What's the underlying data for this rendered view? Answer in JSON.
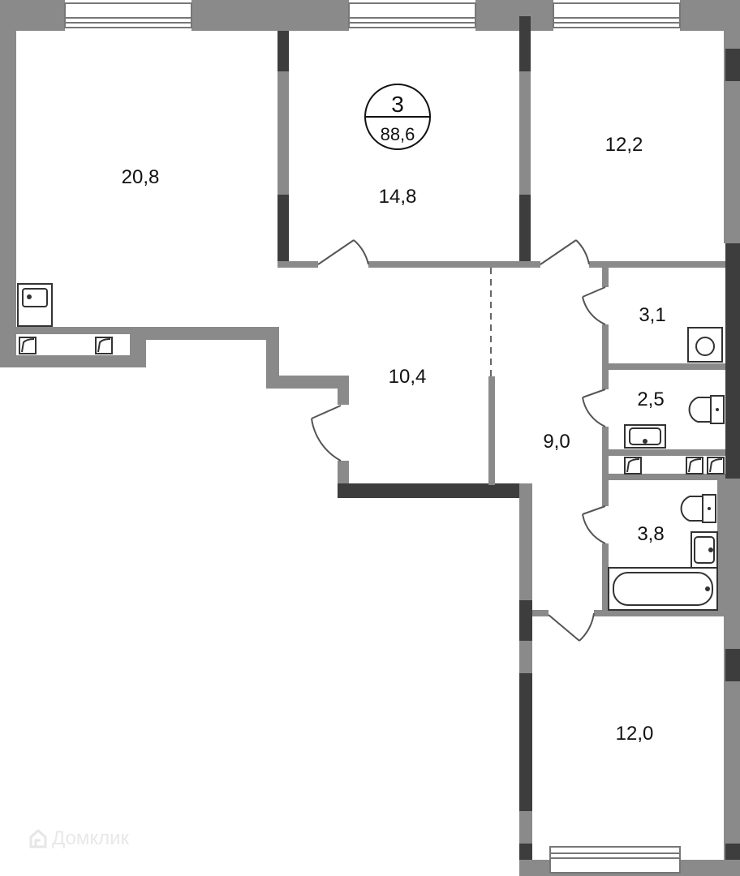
{
  "plan": {
    "room_count": "3",
    "total_area": "88,6",
    "rooms": {
      "living_large": "20,8",
      "bedroom_middle": "14,8",
      "bedroom_right_top": "12,2",
      "hallway": "10,4",
      "corridor": "9,0",
      "laundry": "3,1",
      "wc": "2,5",
      "bathroom": "3,8",
      "bedroom_bottom": "12,0"
    }
  },
  "watermark": {
    "text": "Домклик"
  }
}
